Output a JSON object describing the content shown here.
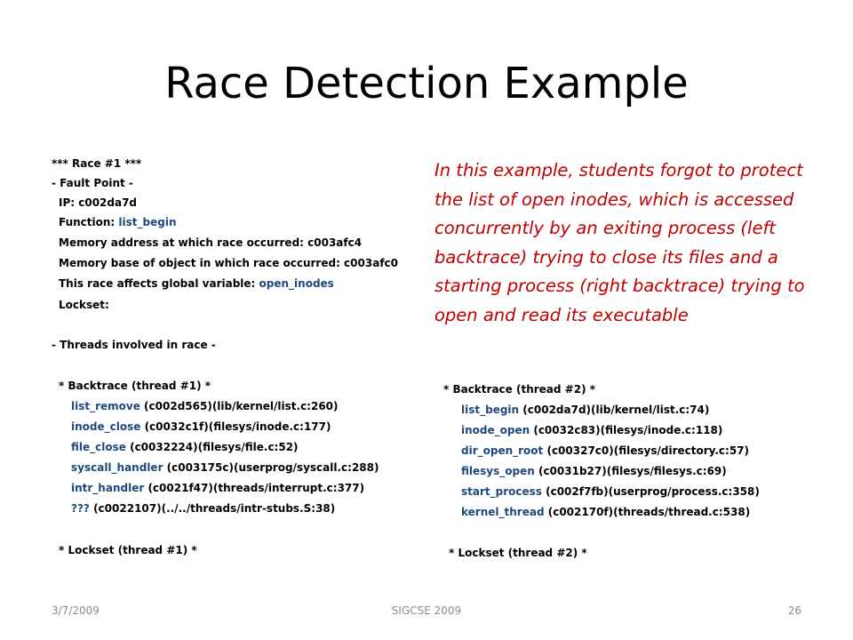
{
  "slide": {
    "title": "Race Detection Example",
    "note": "In this example, students forgot to protect the list of open inodes, which is accessed concurrently by an exiting process (left backtrace) trying to close its files and a starting process (right backtrace) trying to open and read its executable"
  },
  "left": {
    "race_header": "*** Race #1 ***",
    "fault_point": "- Fault Point -",
    "ip": "IP: c002da7d",
    "function_label": "Function: ",
    "function_name": "list_begin",
    "mem_addr": "Memory address at which race occurred: c003afc4",
    "mem_base": "Memory base of object in which race occurred: c003afc0",
    "global_label": "This race affects global variable: ",
    "global_var": "open_inodes",
    "lockset": "Lockset:",
    "threads_header": "- Threads involved in race -",
    "backtrace_header": "* Backtrace (thread #1) *",
    "frames": [
      {
        "fn": "list_remove",
        "loc": " (c002d565)(lib/kernel/list.c:260)"
      },
      {
        "fn": "inode_close",
        "loc": " (c0032c1f)(filesys/inode.c:177)"
      },
      {
        "fn": "file_close",
        "loc": " (c0032224)(filesys/file.c:52)"
      },
      {
        "fn": "syscall_handler",
        "loc": " (c003175c)(userprog/syscall.c:288)"
      },
      {
        "fn": "intr_handler",
        "loc": " (c0021f47)(threads/interrupt.c:377)"
      },
      {
        "fn": "???",
        "loc": " (c0022107)(../../threads/intr-stubs.S:38)"
      }
    ],
    "lockset_header": "* Lockset (thread #1) *"
  },
  "right": {
    "backtrace_header": "* Backtrace (thread #2) *",
    "frames": [
      {
        "fn": "list_begin",
        "loc": " (c002da7d)(lib/kernel/list.c:74)"
      },
      {
        "fn": "inode_open",
        "loc": " (c0032c83)(filesys/inode.c:118)"
      },
      {
        "fn": "dir_open_root",
        "loc": " (c00327c0)(filesys/directory.c:57)"
      },
      {
        "fn": "filesys_open",
        "loc": " (c0031b27)(filesys/filesys.c:69)"
      },
      {
        "fn": "start_process",
        "loc": " (c002f7fb)(userprog/process.c:358)"
      },
      {
        "fn": "kernel_thread",
        "loc": " (c002170f)(threads/thread.c:538)"
      }
    ],
    "lockset_header": "* Lockset (thread #2) *"
  },
  "footer": {
    "date": "3/7/2009",
    "venue": "SIGCSE 2009",
    "page": "26"
  },
  "colors": {
    "function_blue": "#1f497d",
    "note_red": "#c00000",
    "footer_gray": "#8c8c8c"
  }
}
